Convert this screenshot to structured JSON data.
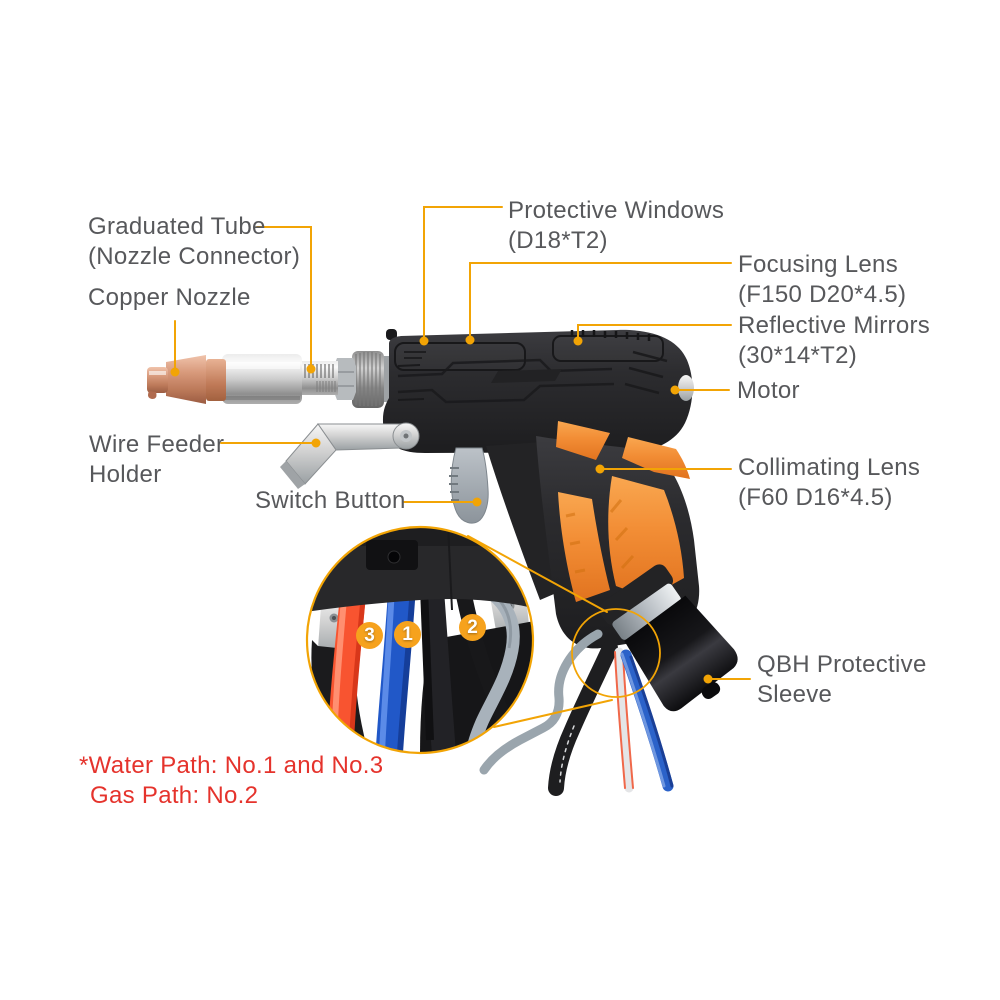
{
  "colors": {
    "leader": "#F2A405",
    "label_text": "#57585B",
    "note_red": "#E5332C",
    "badge_orange": "#F6A21D",
    "grip_orange": "#F28A33",
    "body_black": "#2B2B2D"
  },
  "labels": {
    "graduated_tube": {
      "lines": [
        "Graduated Tube",
        "(Nozzle Connector)"
      ]
    },
    "copper_nozzle": {
      "lines": [
        "Copper Nozzle"
      ]
    },
    "wire_feeder_holder": {
      "lines": [
        "Wire Feeder",
        "Holder"
      ]
    },
    "switch_button": {
      "lines": [
        "Switch Button"
      ]
    },
    "protective_windows": {
      "lines": [
        "Protective Windows",
        "(D18*T2)"
      ]
    },
    "focusing_lens": {
      "lines": [
        "Focusing Lens",
        "(F150 D20*4.5)"
      ]
    },
    "reflective_mirrors": {
      "lines": [
        "Reflective Mirrors",
        "(30*14*T2)"
      ]
    },
    "motor": {
      "lines": [
        "Motor"
      ]
    },
    "collimating_lens": {
      "lines": [
        "Collimating Lens",
        "(F60 D16*4.5)"
      ]
    },
    "qbh_protective_sleeve": {
      "lines": [
        "QBH Protective",
        "Sleeve"
      ]
    }
  },
  "inset": {
    "badges": [
      {
        "id": "cable-3",
        "n": "3"
      },
      {
        "id": "cable-1",
        "n": "1"
      },
      {
        "id": "cable-2",
        "n": "2"
      }
    ]
  },
  "note": {
    "lines": [
      "*Water Path: No.1 and No.3",
      "Gas Path: No.2"
    ]
  }
}
